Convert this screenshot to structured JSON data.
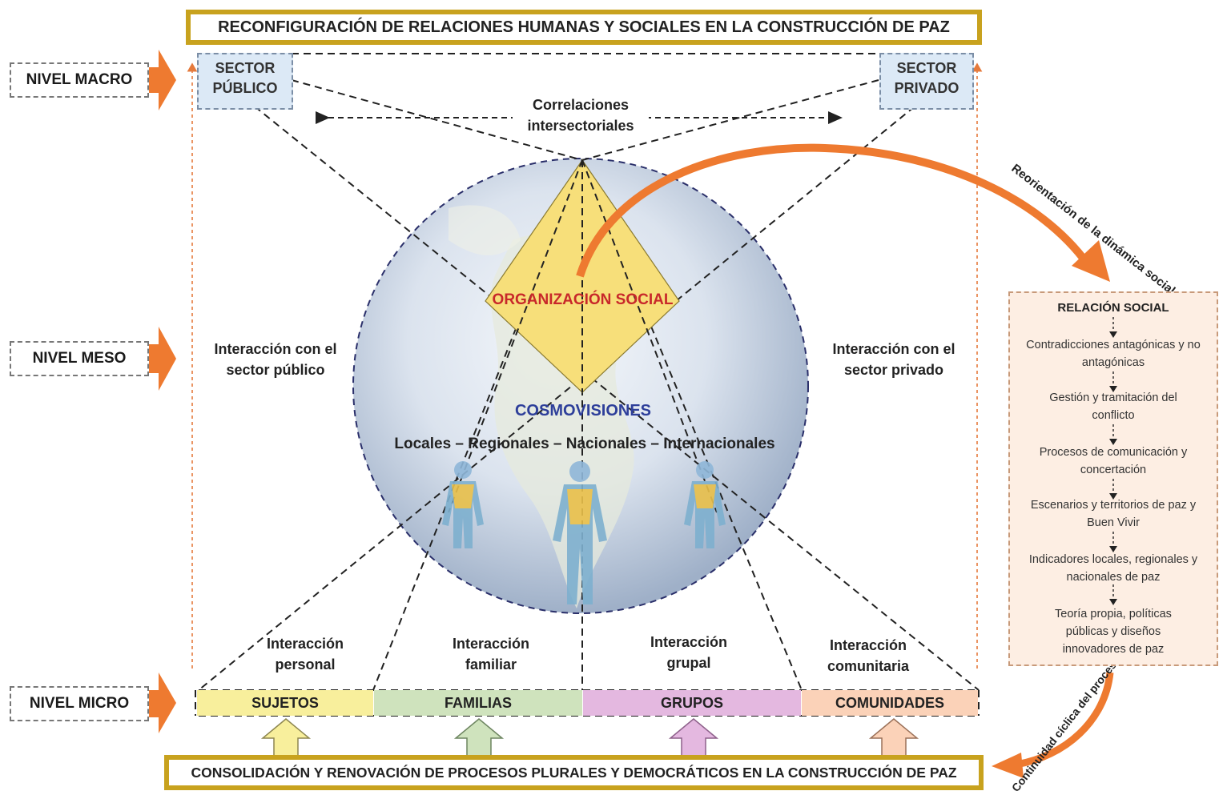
{
  "title_top": "RECONFIGURACIÓN DE RELACIONES HUMANAS Y SOCIALES EN LA CONSTRUCCIÓN DE PAZ",
  "title_bottom": "CONSOLIDACIÓN Y RENOVACIÓN DE PROCESOS PLURALES Y DEMOCRÁTICOS EN LA CONSTRUCCIÓN DE PAZ",
  "levels": {
    "macro": "NIVEL MACRO",
    "meso": "NIVEL MESO",
    "micro": "NIVEL MICRO"
  },
  "sectors": {
    "public": "SECTOR PÚBLICO",
    "private": "SECTOR PRIVADO"
  },
  "correlaciones": "Correlaciones intersectoriales",
  "organizacion": "ORGANIZACIÓN SOCIAL",
  "cosmovisiones": "COSMOVISIONES",
  "scales": "Locales – Regionales – Nacionales – Internacionales",
  "interaction_public": "Interacción con el sector público",
  "interaction_private": "Interacción con el sector privado",
  "interactions": [
    "Interacción personal",
    "Interacción familiar",
    "Interacción grupal",
    "Interacción comunitaria"
  ],
  "groups": [
    {
      "label": "SUJETOS",
      "color": "#f8ef9c"
    },
    {
      "label": "FAMILIAS",
      "color": "#cfe3bd"
    },
    {
      "label": "GRUPOS",
      "color": "#e4b8e0"
    },
    {
      "label": "COMUNIDADES",
      "color": "#fbd2b8"
    }
  ],
  "reorientacion": "Reorientación de la dinámica social",
  "continuidad": "Continuidad cíclica del proceso",
  "relacion": {
    "title": "RELACIÓN SOCIAL",
    "items": [
      "Contradicciones antagónicas y no antagónicas",
      "Gestión y tramitación del conflicto",
      "Procesos de comunicación y concertación",
      "Escenarios y territorios de paz y Buen Vivir",
      "Indicadores locales, regionales y nacionales de paz",
      "Teoría propia, políticas públicas y diseños innovadores de paz"
    ]
  },
  "colors": {
    "banner_border": "#c8a21e",
    "accent_orange": "#ee7a30",
    "org_red": "#c8282a",
    "cosmo_blue": "#2e3f9a",
    "diamond_yellow": "#f7df7a"
  }
}
